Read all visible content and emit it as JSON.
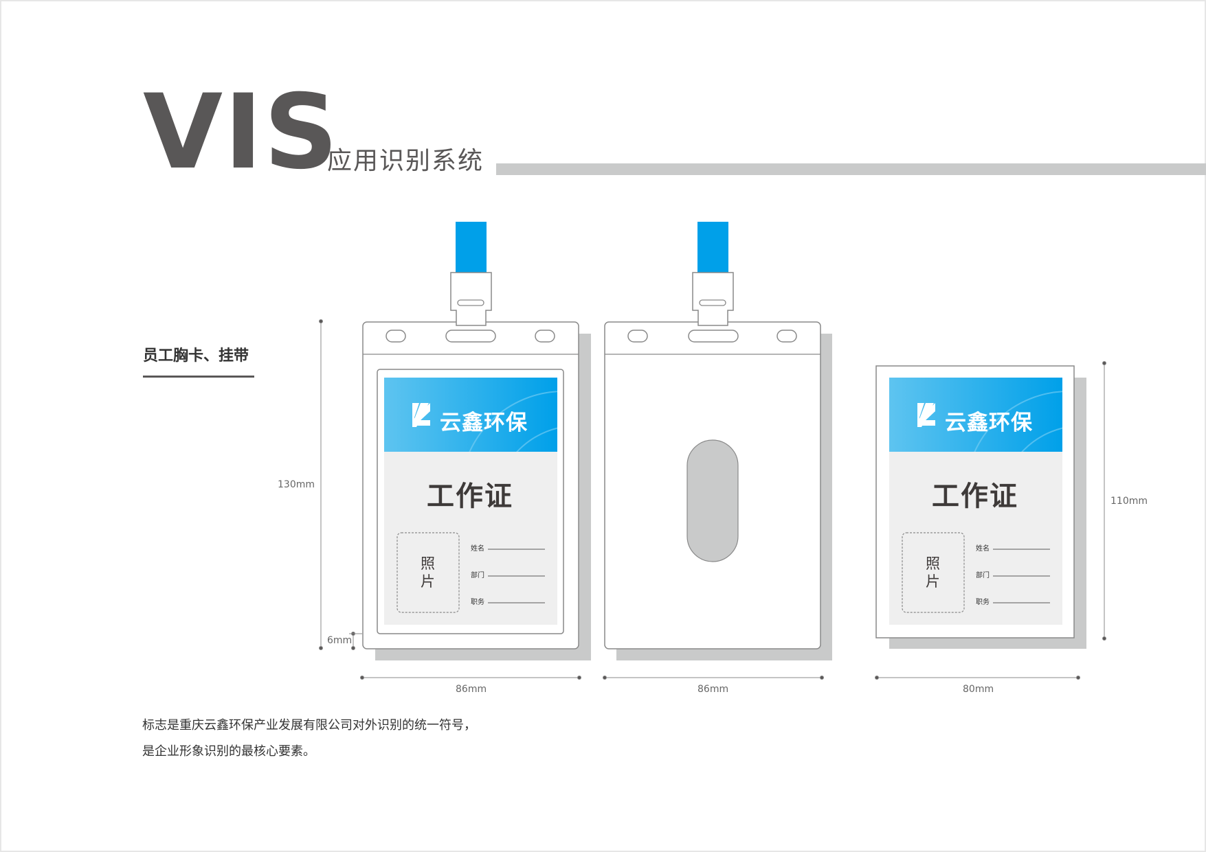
{
  "header": {
    "title_main": "VIS",
    "title_sub": "应用识别系统"
  },
  "section": {
    "title": "员工胸卡、挂带"
  },
  "card": {
    "brand_name": "云鑫环保",
    "title": "工作证",
    "photo_label_1": "照",
    "photo_label_2": "片",
    "fields": [
      "姓名",
      "部门",
      "职务"
    ]
  },
  "dimensions": {
    "card_height": "130mm",
    "tab_height": "6mm",
    "card_width_front": "86mm",
    "card_width_back": "86mm",
    "insert_width": "80mm",
    "insert_height": "110mm"
  },
  "description": {
    "line1": "标志是重庆云鑫环保产业发展有限公司对外识别的统一符号，",
    "line2": "是企业形象识别的最核心要素。"
  },
  "colors": {
    "brand_blue": "#00a0e9",
    "header_gray": "#595757",
    "bar_gray": "#c9caca",
    "shadow_gray": "#c9caca",
    "card_body": "#efefef"
  }
}
